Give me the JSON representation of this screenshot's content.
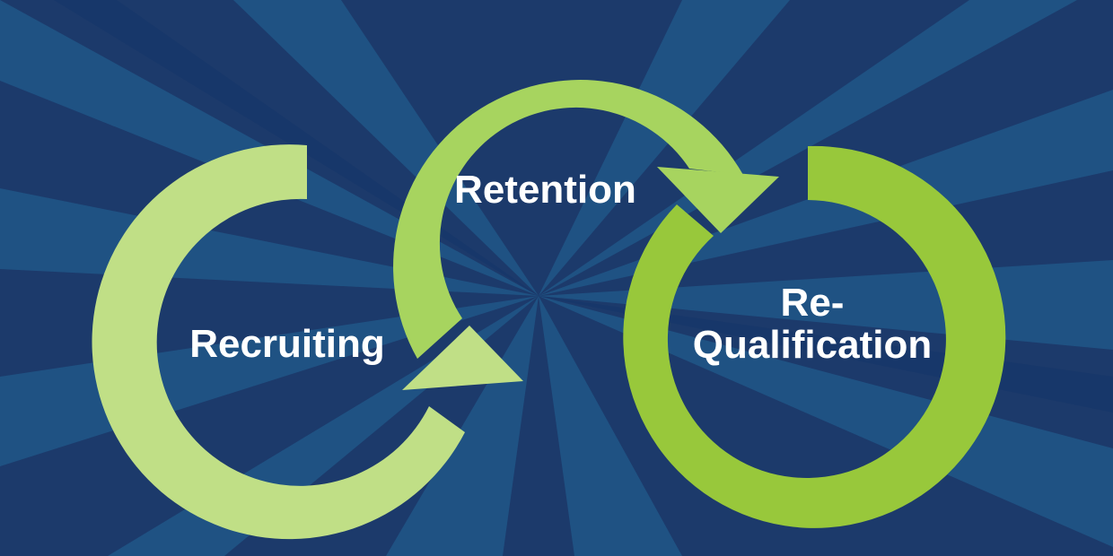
{
  "diagram": {
    "nodes": [
      {
        "id": "recruiting",
        "label": "Recruiting"
      },
      {
        "id": "retention",
        "label": "Retention"
      },
      {
        "id": "requalification",
        "label_line1": "Re-",
        "label_line2": "Qualification"
      }
    ],
    "flow": [
      "recruiting",
      "retention",
      "requalification"
    ]
  },
  "colors": {
    "background_dark": "#1c3a6b",
    "background_ray": "#1f5283",
    "background_ray_alt": "#173466",
    "recruiting_arrow": "#c0df86",
    "retention_arrow": "#a7d45f",
    "requalification_arrow": "#98c83b",
    "label_text": "#ffffff"
  }
}
